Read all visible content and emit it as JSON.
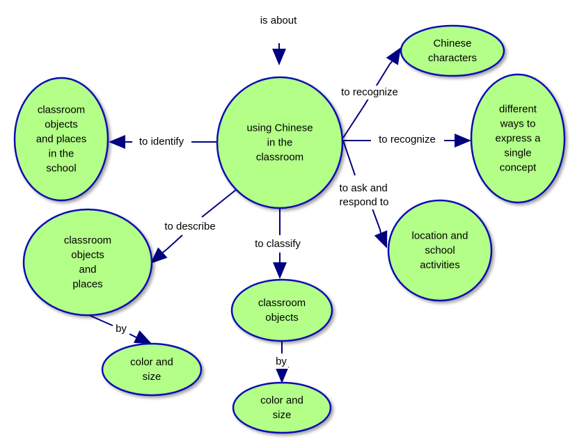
{
  "diagram": {
    "type": "concept-map",
    "colors": {
      "node_fill": "#b3ff88",
      "node_stroke": "#0a0ab4",
      "edge": "#000080",
      "text": "#000000"
    },
    "nodes": [
      {
        "id": "central",
        "label": "using Chinese\n in the\nclassroom"
      },
      {
        "id": "chinese-characters",
        "label": "Chinese\ncharacters"
      },
      {
        "id": "different-ways",
        "label": "different\nways to\nexpress a\nsingle\nconcept"
      },
      {
        "id": "location-activities",
        "label": "location and\nschool\nactivities"
      },
      {
        "id": "objects-places-school",
        "label": "classroom\nobjects\nand places\nin the\nschool"
      },
      {
        "id": "objects-places",
        "label": "classroom\nobjects\nand\nplaces"
      },
      {
        "id": "classroom-objects",
        "label": "classroom\nobjects"
      },
      {
        "id": "color-size-left",
        "label": "color and\nsize"
      },
      {
        "id": "color-size-center",
        "label": "color and\nsize"
      }
    ],
    "links": [
      {
        "id": "is-about",
        "label": "is about",
        "from": null,
        "to": "central"
      },
      {
        "id": "to-recognize-characters",
        "label": "to recognize",
        "from": "central",
        "to": "chinese-characters"
      },
      {
        "id": "to-recognize-ways",
        "label": "to recognize",
        "from": "central",
        "to": "different-ways"
      },
      {
        "id": "to-ask-respond",
        "label": "to ask and\nrespond to",
        "from": "central",
        "to": "location-activities"
      },
      {
        "id": "to-identify",
        "label": "to identify",
        "from": "central",
        "to": "objects-places-school"
      },
      {
        "id": "to-describe",
        "label": "to describe",
        "from": "central",
        "to": "objects-places"
      },
      {
        "id": "to-classify",
        "label": "to classify",
        "from": "central",
        "to": "classroom-objects"
      },
      {
        "id": "by-left",
        "label": "by",
        "from": "objects-places",
        "to": "color-size-left"
      },
      {
        "id": "by-center",
        "label": "by",
        "from": "classroom-objects",
        "to": "color-size-center"
      }
    ]
  }
}
